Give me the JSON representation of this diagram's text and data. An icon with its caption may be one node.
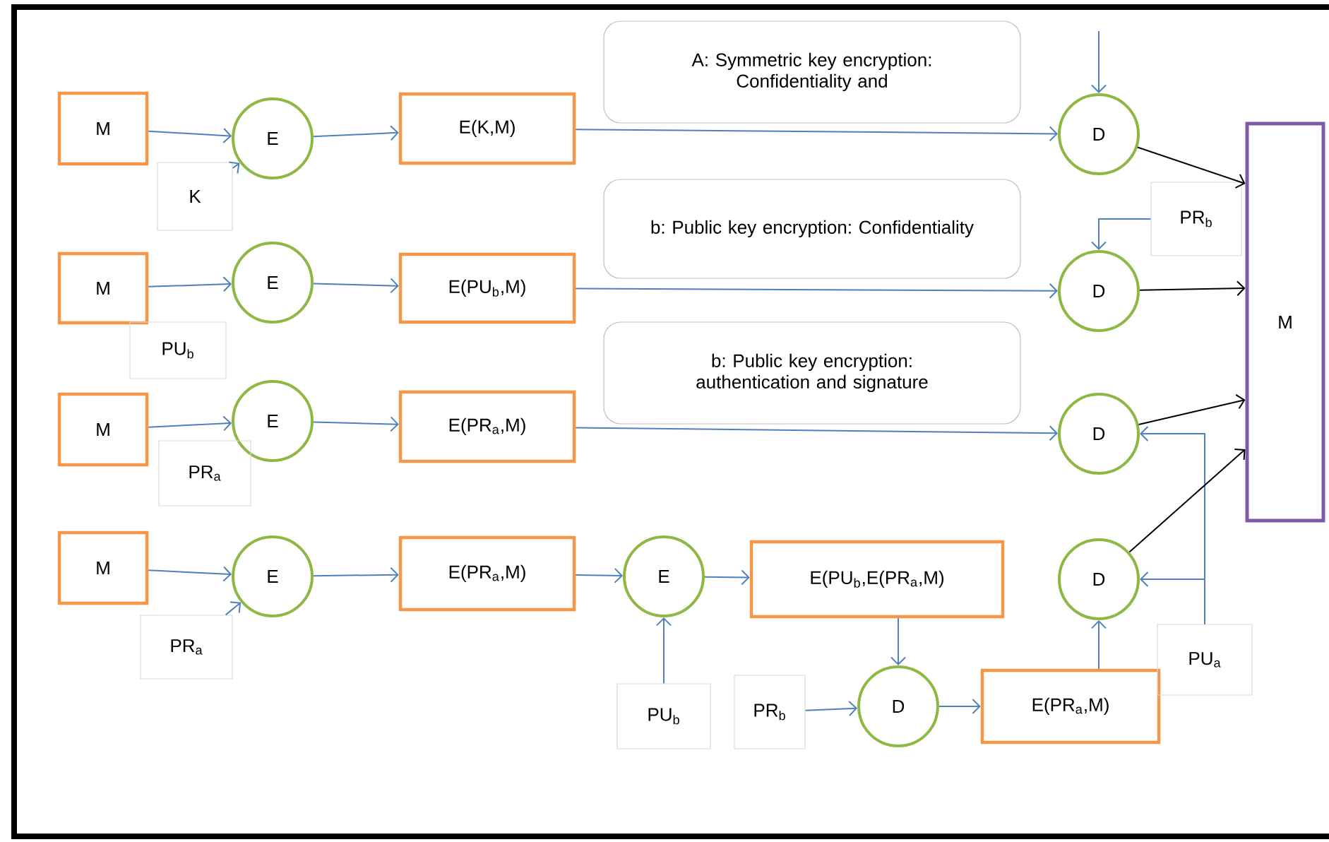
{
  "diagram": {
    "nodes": [
      {
        "text": [
          "M"
        ]
      },
      {
        "text": [
          "E"
        ]
      },
      {
        "text": [
          "E(K,M)"
        ]
      },
      {
        "text": [
          "K"
        ]
      },
      {
        "text": [
          "A: Symmetric key encryption: Confidentiality and"
        ]
      },
      {
        "text": [
          "D"
        ]
      },
      {
        "text": [
          "M"
        ]
      },
      {
        "text": [
          "M"
        ]
      },
      {
        "text": [
          "E"
        ]
      },
      {
        "text": [
          "E(PU$_{b}$,M)"
        ]
      },
      {
        "text": [
          "PU$_{b}$"
        ]
      },
      {
        "text": [
          "b: Public key encryption: Confidentiality"
        ]
      },
      {
        "text": [
          "D"
        ]
      },
      {
        "text": [
          "PR$_{b}$"
        ]
      },
      {
        "text": [
          "M"
        ]
      },
      {
        "text": [
          "E"
        ]
      },
      {
        "text": [
          "E(PR$_{a}$,M)"
        ]
      },
      {
        "text": [
          "PR$_{a}$"
        ]
      },
      {
        "text": [
          "b: Public key encryption: authentication and signature"
        ]
      },
      {
        "text": [
          "D"
        ]
      },
      {
        "text": [
          "M"
        ]
      },
      {
        "text": [
          "E"
        ]
      },
      {
        "text": [
          "E(PR$_{a}$,M)"
        ]
      },
      {
        "text": [
          "PR$_{a}$"
        ]
      },
      {
        "text": [
          "E"
        ]
      },
      {
        "text": [
          "E(PU$_{b}$,E(PR$_{a}$,M)"
        ]
      },
      {
        "text": [
          "PU$_{b}$"
        ]
      },
      {
        "text": [
          "PR$_{b}$"
        ]
      },
      {
        "text": [
          "D"
        ]
      },
      {
        "text": [
          "E(PR$_{a}$,M)"
        ]
      },
      {
        "text": [
          "D"
        ]
      },
      {
        "text": [
          "PU$_{a}$"
        ]
      }
    ],
    "edges": [
      {
        "from": 0,
        "to": 1,
        "arrow": "to"
      },
      {
        "from": 3,
        "to": 1,
        "arrow": "to"
      },
      {
        "from": 1,
        "to": 2,
        "arrow": "to"
      },
      {
        "from": 2,
        "to": 5,
        "arrow": "to"
      },
      {
        "from": null,
        "to": 5,
        "arrow": "to"
      },
      {
        "from": 5,
        "to": 6,
        "arrow": "to",
        "color": "#000000"
      },
      {
        "from": 7,
        "to": 8,
        "arrow": "to"
      },
      {
        "from": 8,
        "to": 9,
        "arrow": "to"
      },
      {
        "from": 9,
        "to": 12,
        "arrow": "to"
      },
      {
        "from": 13,
        "to": 12,
        "arrow": "to"
      },
      {
        "from": 12,
        "to": 6,
        "arrow": "to",
        "color": "#000000"
      },
      {
        "from": 14,
        "to": 15,
        "arrow": "to"
      },
      {
        "from": 15,
        "to": 16,
        "arrow": "to"
      },
      {
        "from": 16,
        "to": 19,
        "arrow": "to"
      },
      {
        "from": 31,
        "to": 19,
        "arrow": "to"
      },
      {
        "from": 19,
        "to": 6,
        "arrow": "to",
        "color": "#000000"
      },
      {
        "from": 20,
        "to": 21,
        "arrow": "to"
      },
      {
        "from": 23,
        "to": 21,
        "arrow": "to"
      },
      {
        "from": 21,
        "to": 22,
        "arrow": "to"
      },
      {
        "from": 22,
        "to": 24,
        "arrow": "to"
      },
      {
        "from": 26,
        "to": 24,
        "arrow": "to"
      },
      {
        "from": 24,
        "to": 25,
        "arrow": "to"
      },
      {
        "from": 25,
        "to": 28,
        "arrow": "to"
      },
      {
        "from": 27,
        "to": 28,
        "arrow": "to"
      },
      {
        "from": 28,
        "to": 29,
        "arrow": "to"
      },
      {
        "from": 29,
        "to": 30,
        "arrow": "to"
      },
      {
        "from": 31,
        "to": 30,
        "arrow": "to"
      },
      {
        "from": 30,
        "to": 6,
        "arrow": "to",
        "color": "#000000"
      }
    ]
  }
}
